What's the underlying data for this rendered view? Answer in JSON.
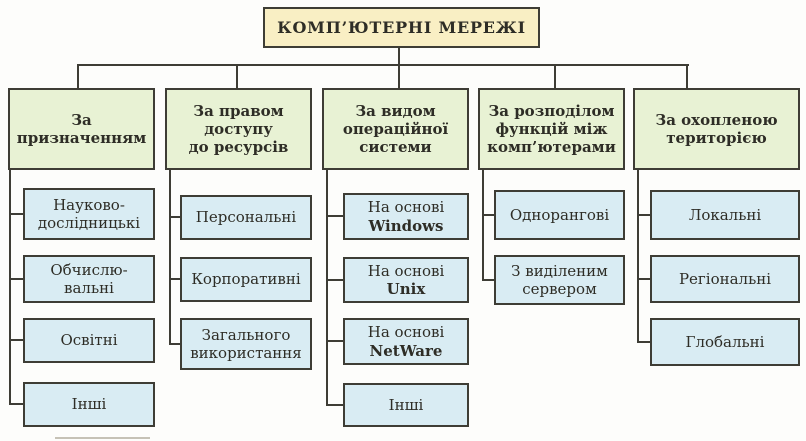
{
  "diagram": {
    "title": "КОМП’ЮТЕРНІ МЕРЕЖІ",
    "colors": {
      "root_fill": "#f9efc4",
      "category_fill": "#e8f2d4",
      "leaf_fill": "#d9ecf3",
      "line": "#3e3d35",
      "text": "#2e2d26"
    },
    "columns": [
      {
        "header_lines": [
          "За",
          "призначенням"
        ],
        "items": [
          {
            "lines": [
              "Науково-",
              "дослідницькі"
            ]
          },
          {
            "lines": [
              "Обчислю-",
              "вальні"
            ]
          },
          {
            "lines": [
              "Освітні"
            ]
          },
          {
            "lines": [
              "Інші"
            ]
          }
        ]
      },
      {
        "header_lines": [
          "За правом",
          "доступу",
          "до ресурсів"
        ],
        "items": [
          {
            "lines": [
              "Персональні"
            ]
          },
          {
            "lines": [
              "Корпоративні"
            ]
          },
          {
            "lines": [
              "Загального",
              "використання"
            ]
          }
        ]
      },
      {
        "header_lines": [
          "За видом",
          "операційної",
          "системи"
        ],
        "items": [
          {
            "lines": [
              "На основі",
              "Windows"
            ]
          },
          {
            "lines": [
              "На основі",
              "Unix"
            ]
          },
          {
            "lines": [
              "На основі",
              "NetWare"
            ]
          },
          {
            "lines": [
              "Інші"
            ]
          }
        ]
      },
      {
        "header_lines": [
          "За розподілом",
          "функцій між",
          "комп’ютерами"
        ],
        "items": [
          {
            "lines": [
              "Однорангові"
            ]
          },
          {
            "lines": [
              "З виділеним",
              "сервером"
            ]
          }
        ]
      },
      {
        "header_lines": [
          "За охопленою",
          "територією"
        ],
        "items": [
          {
            "lines": [
              "Локальні"
            ]
          },
          {
            "lines": [
              "Регіональні"
            ]
          },
          {
            "lines": [
              "Глобальні"
            ]
          }
        ]
      }
    ]
  }
}
